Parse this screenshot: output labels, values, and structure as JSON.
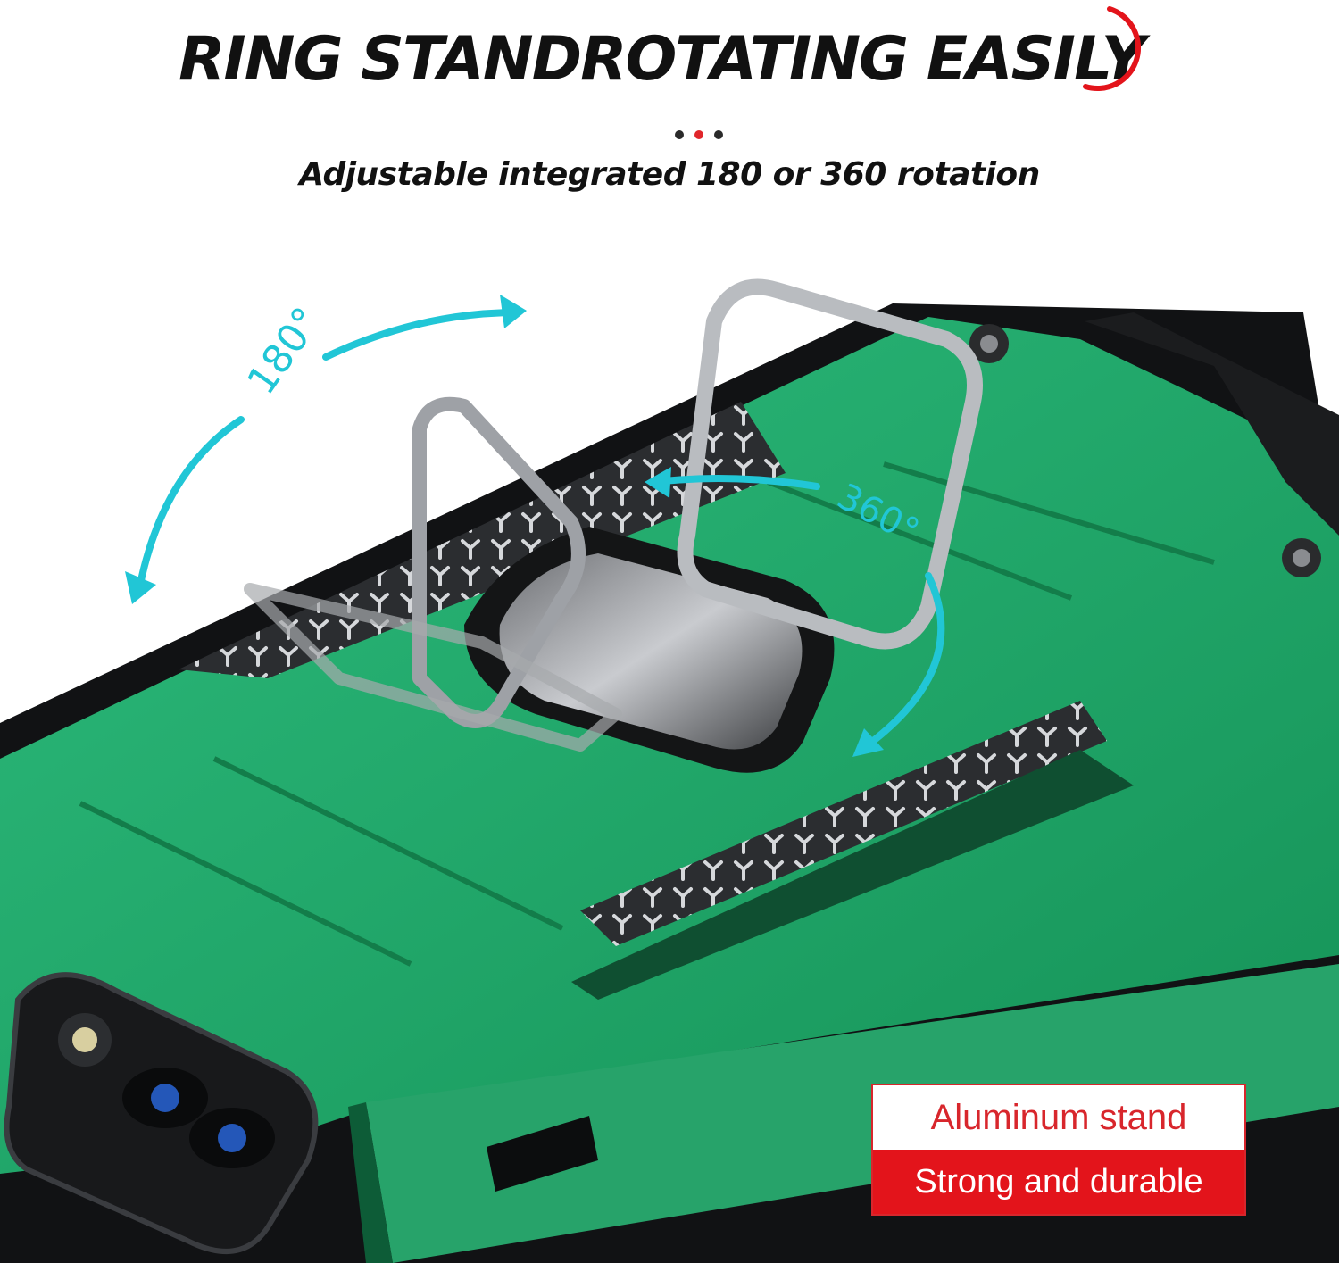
{
  "header": {
    "title": "RING STANDROTATING EASILY",
    "subtitle": "Adjustable integrated 180  or 360  rotation"
  },
  "illustration": {
    "rotation_label_180": "180°",
    "rotation_label_360": "360°"
  },
  "badge": {
    "line1": "Aluminum stand",
    "line2": "Strong and durable"
  },
  "colors": {
    "case_green": "#22a86b",
    "accent_red": "#e3141b",
    "arrow_cyan": "#21c6d6"
  }
}
